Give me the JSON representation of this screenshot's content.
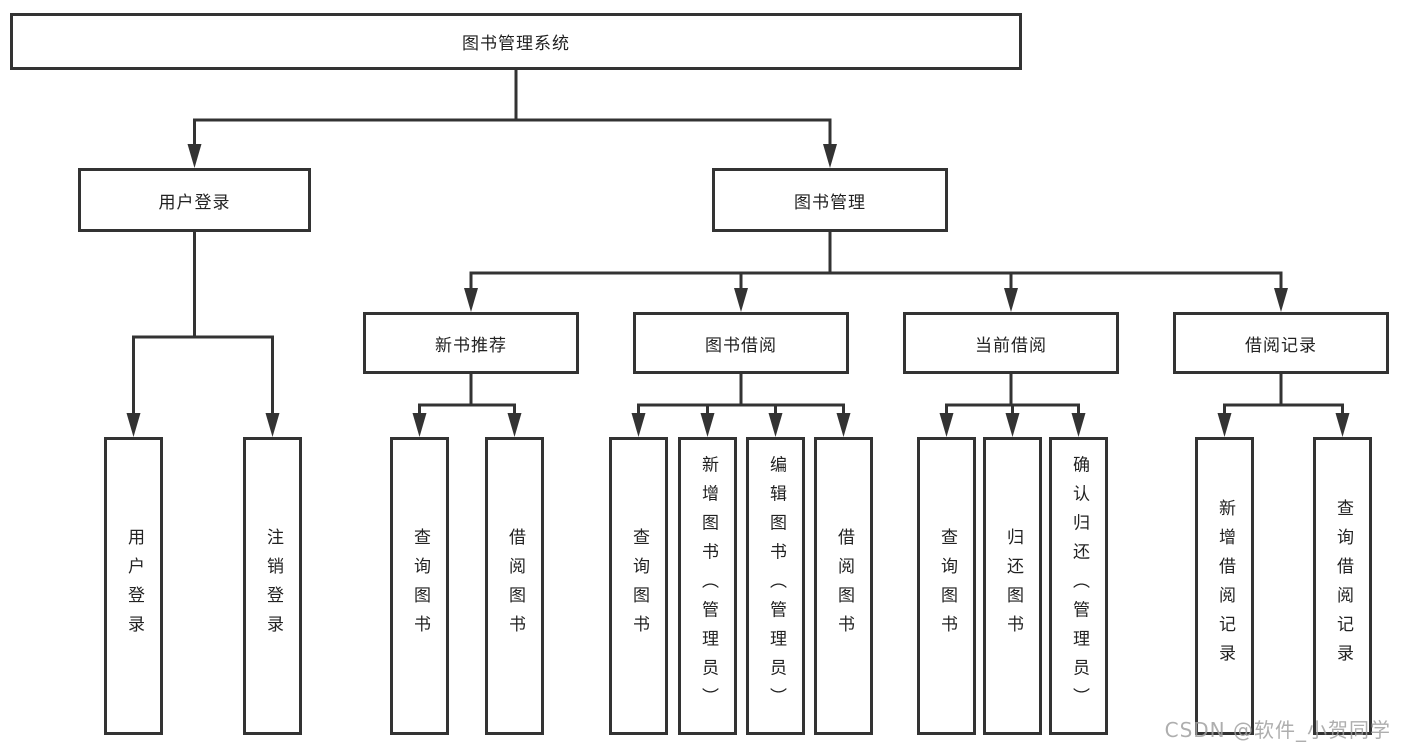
{
  "diagram": {
    "root_label": "图书管理系统",
    "branches": [
      {
        "label": "用户登录",
        "children": [
          {
            "label": "用户登录"
          },
          {
            "label": "注销登录"
          }
        ]
      },
      {
        "label": "图书管理",
        "children": [
          {
            "label": "新书推荐",
            "children": [
              {
                "label": "查询图书"
              },
              {
                "label": "借阅图书"
              }
            ]
          },
          {
            "label": "图书借阅",
            "children": [
              {
                "label": "查询图书"
              },
              {
                "label": "新增图书（管理员）"
              },
              {
                "label": "编辑图书（管理员）"
              },
              {
                "label": "借阅图书"
              }
            ]
          },
          {
            "label": "当前借阅",
            "children": [
              {
                "label": "查询图书"
              },
              {
                "label": "归还图书"
              },
              {
                "label": "确认归还（管理员）"
              }
            ]
          },
          {
            "label": "借阅记录",
            "children": [
              {
                "label": "新增借阅记录"
              },
              {
                "label": "查询借阅记录"
              }
            ]
          }
        ]
      }
    ]
  },
  "watermark": {
    "text": "CSDN @软件_小贺同学"
  },
  "colors": {
    "line": "#333333",
    "text": "#222222",
    "watermark": "#a0a0a0"
  }
}
